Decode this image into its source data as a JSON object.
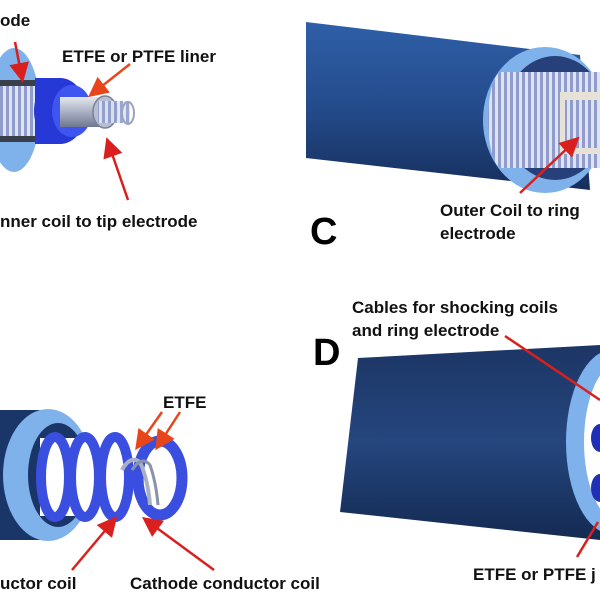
{
  "figure": {
    "colors": {
      "sheath_dark": "#1f3f7a",
      "sheath_mid": "#2c5aa0",
      "sheath_light": "#7fb2ea",
      "coil_blue": "#3a4fe0",
      "coil_silver": "#c9cfe0",
      "arrow_red": "#d9201f",
      "arrow_orange": "#e8461a",
      "text": "#111111"
    },
    "panels": [
      {
        "id": "A",
        "letter": "",
        "labels": {
          "top_left": "ode",
          "liner": "ETFE or PTFE liner",
          "inner_coil": "nner coil to tip electrode"
        }
      },
      {
        "id": "C",
        "letter": "C",
        "labels": {
          "outer_coil_line1": "Outer Coil to ring",
          "outer_coil_line2": "electrode"
        }
      },
      {
        "id": "B",
        "letter": "",
        "labels": {
          "etfe": "ETFE",
          "left_coil": "uctor coil",
          "cathode_coil": "Cathode conductor coil"
        }
      },
      {
        "id": "D",
        "letter": "D",
        "labels": {
          "cables_line1": "Cables for shocking coils",
          "cables_line2": "and ring electrode",
          "jacket": "ETFE or PTFE j"
        }
      }
    ]
  }
}
